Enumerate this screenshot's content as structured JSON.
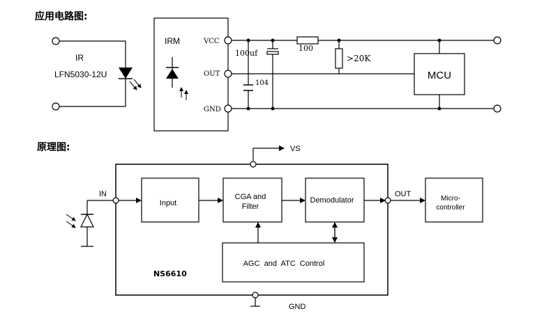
{
  "top": {
    "section_title": "应用电路图:",
    "ir_label": "IR",
    "ir_part": "LFN5030-12U",
    "irm_label": "IRM",
    "pin_vcc": "VCC",
    "pin_out": "OUT",
    "pin_gnd": "GND",
    "cap_electrolytic": "100uf",
    "resistor_series": "100",
    "resistor_pullup": ">20K",
    "cap_ceramic": "104",
    "mcu_label": "MCU"
  },
  "bottom": {
    "section_title": "原理图:",
    "vs_label": "VS",
    "gnd_label": "GND",
    "in_label": "IN",
    "out_label": "OUT",
    "block_input": "Input",
    "block_cga_line1": "CGA and",
    "block_cga_line2": "Filter",
    "block_demod": "Demodulator",
    "block_micro_line1": "Micro-",
    "block_micro_line2": "controller",
    "block_agc": "AGC  and  ATC  Control",
    "chip_name": "NS6610"
  }
}
